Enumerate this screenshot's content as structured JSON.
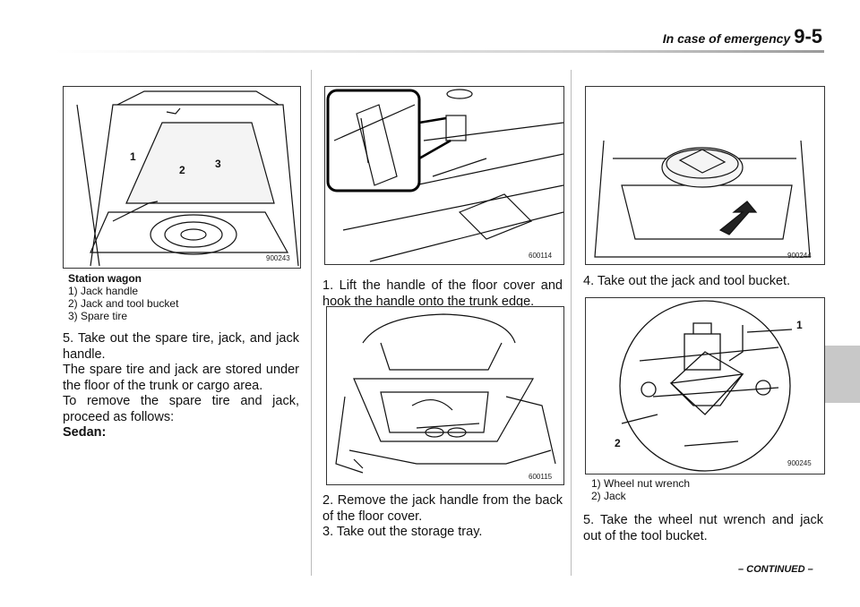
{
  "header": {
    "section": "In case of emergency",
    "page": "9-5"
  },
  "figures": {
    "fig1": {
      "code": "900243",
      "callouts": [
        "1",
        "2",
        "3"
      ]
    },
    "fig2": {
      "code": "600114"
    },
    "fig3": {
      "code": "600115"
    },
    "fig4": {
      "code": "900244"
    },
    "fig5": {
      "code": "900245",
      "callouts": [
        "1",
        "2"
      ]
    }
  },
  "col1": {
    "caption_title": "Station wagon",
    "caption_items": [
      "1)  Jack handle",
      "2)  Jack and tool bucket",
      "3)  Spare tire"
    ],
    "step5": "5.  Take out the spare tire, jack, and jack handle.",
    "para1": "The spare tire and jack are stored under the floor of the trunk or cargo area.",
    "para2": "To remove the spare tire and jack, proceed as follows:",
    "sedan": "Sedan:"
  },
  "col2": {
    "step1": "1.  Lift the handle of the floor cover and hook the handle onto the trunk edge.",
    "step2": "2.  Remove the jack handle from the back of the floor cover.",
    "step3": "3.  Take out the storage tray."
  },
  "col3": {
    "step4": "4.  Take out the jack and tool bucket.",
    "caption_items": [
      "1)  Wheel nut wrench",
      "2)  Jack"
    ],
    "step5": "5.  Take the wheel nut wrench and jack out of the tool bucket."
  },
  "footer": {
    "continued": "– CONTINUED –"
  }
}
